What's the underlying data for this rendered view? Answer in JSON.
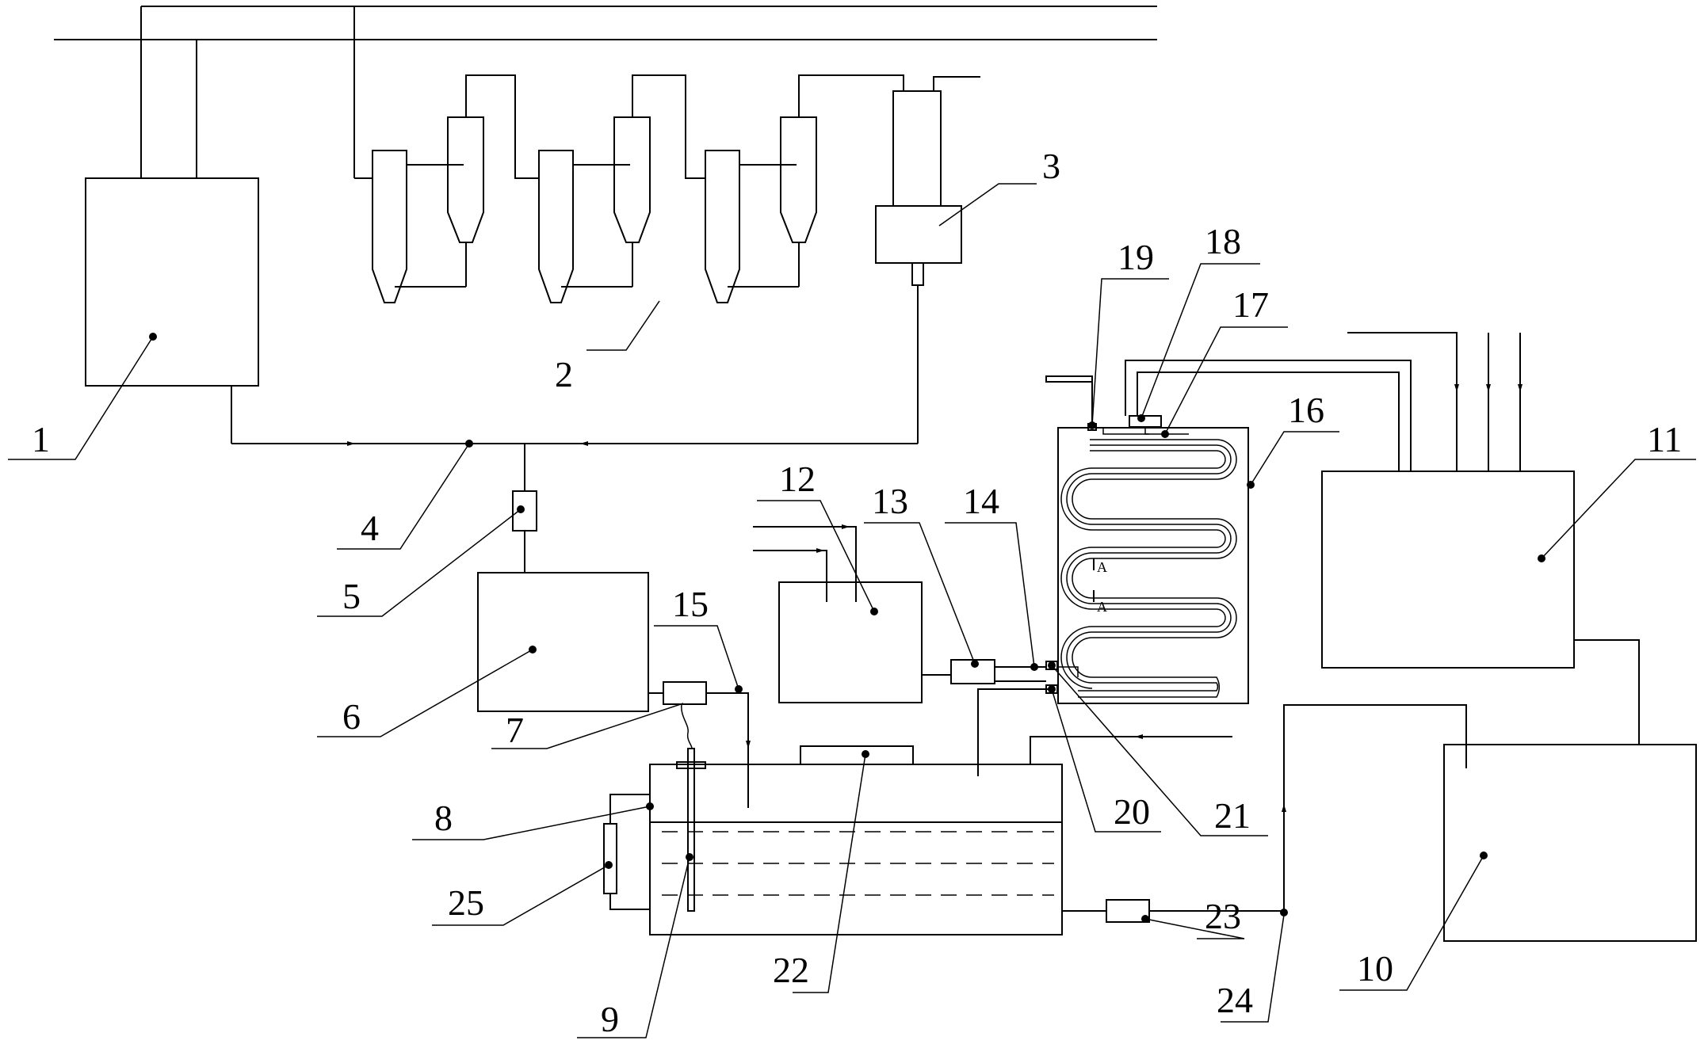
{
  "labels": [
    "1",
    "2",
    "3",
    "4",
    "5",
    "6",
    "7",
    "8",
    "9",
    "10",
    "11",
    "12",
    "13",
    "14",
    "15",
    "16",
    "17",
    "18",
    "19",
    "20",
    "21",
    "22",
    "23",
    "24",
    "25"
  ],
  "section_marks": [
    "A",
    "A"
  ]
}
